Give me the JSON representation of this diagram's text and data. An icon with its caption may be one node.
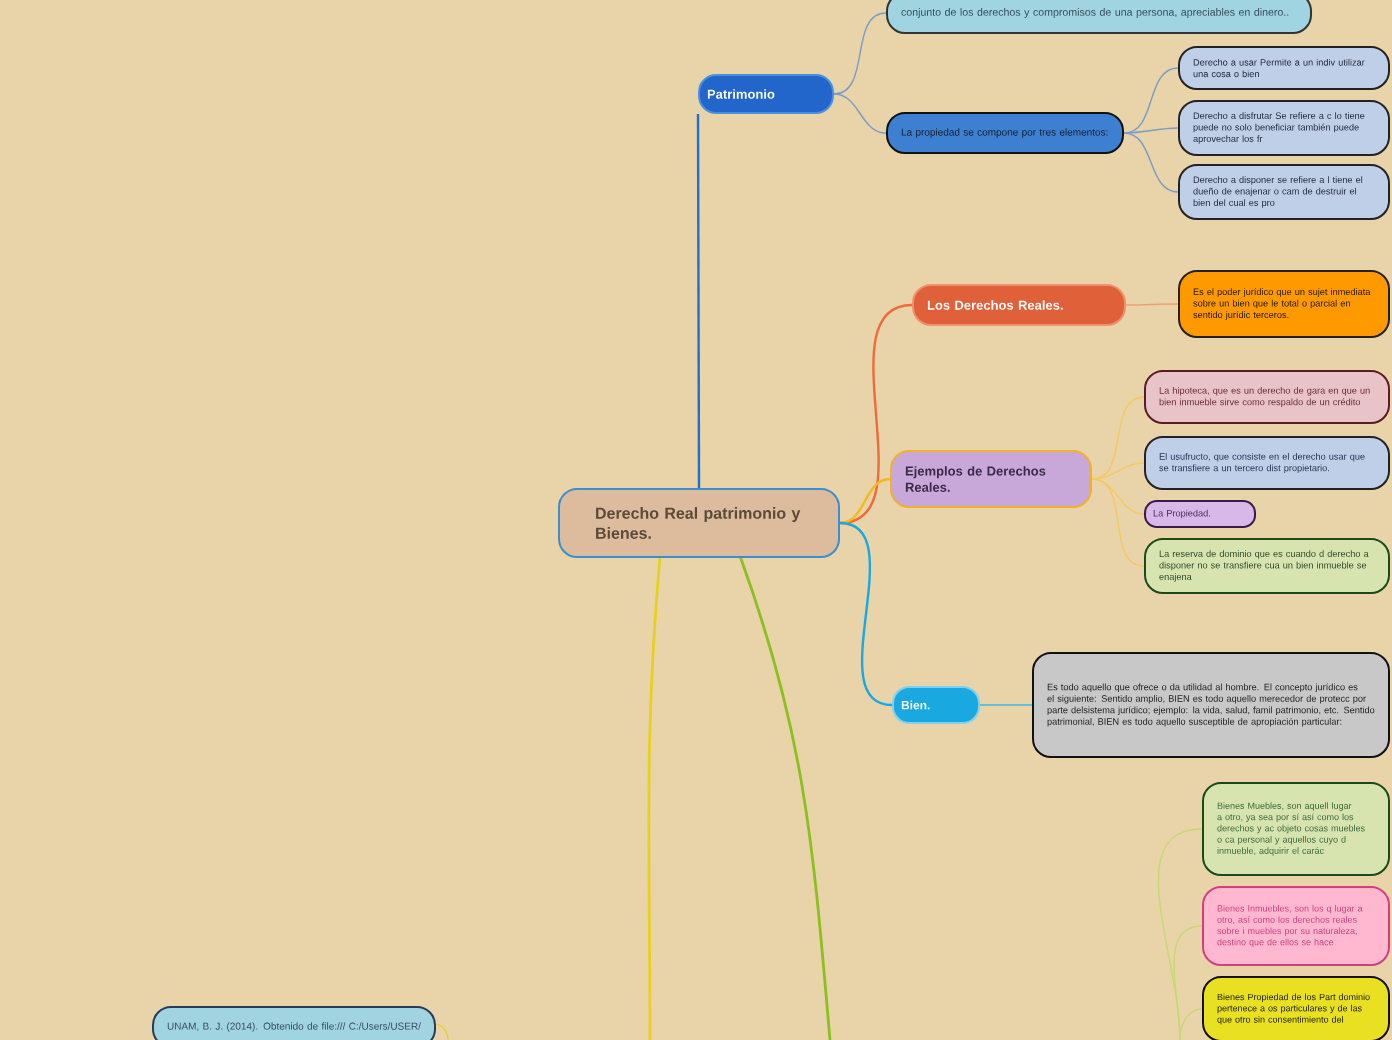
{
  "diagram": {
    "nodes": [
      {
        "text": [
          "Derecho Real patrimonio y Bienes."
        ]
      },
      {
        "text": [
          "Patrimonio"
        ]
      },
      {
        "text": [
          "conjunto de los derechos y compromisos de una persona, apreciables en dinero.."
        ]
      },
      {
        "text": [
          "La propiedad se compone por tres elementos:"
        ]
      },
      {
        "text": [
          "Derecho a usar Permite a un indiv utilizar una cosa o bien"
        ]
      },
      {
        "text": [
          "Derecho a disfrutar Se refiere a c lo tiene puede no solo beneficiar también puede aprovechar los fr"
        ]
      },
      {
        "text": [
          "Derecho a disponer se refiere a l tiene el dueño de enajenar o cam de destruir el bien del cual es pro"
        ]
      },
      {
        "text": [
          "Los Derechos Reales."
        ]
      },
      {
        "text": [
          "Es el poder jurídico que un sujet inmediata sobre un bien que le total o parcial en sentido jurídic terceros."
        ]
      },
      {
        "text": [
          "Ejemplos de Derechos Reales."
        ]
      },
      {
        "text": [
          "La hipoteca, que es un derecho de gara en que un bien inmueble sirve como respaldo de un crédito"
        ]
      },
      {
        "text": [
          "El usufructo, que consiste en el derecho usar que se transfiere a un tercero dist propietario."
        ]
      },
      {
        "text": [
          "La Propiedad."
        ]
      },
      {
        "text": [
          "La reserva de dominio que es cuando d derecho a disponer no se transfiere cua un bien inmueble se enajena"
        ]
      },
      {
        "text": [
          "Bien."
        ]
      },
      {
        "text": [
          "Es todo aquello que ofrece o da utilidad al hombre. El concepto jurídico es el siguiente: Sentido amplio, BIEN es todo aquello merecedor de protecc por parte delsistema jurídico; ejemplo: la vida, salud, famil patrimonio, etc. Sentido patrimonial, BIEN es todo aquello susceptible de apropiación particular:"
        ]
      },
      {
        "text": [
          "Bienes Muebles, son aquell lugar a otro, ya sea por sí así como los derechos y ac objeto cosas muebles o ca personal y aquellos cuyo d inmueble, adquirir el carác"
        ]
      },
      {
        "text": [
          "Bienes Inmuebles, son los q lugar a otro, así como los derechos reales sobre i muebles por su naturaleza, destino que de ellos se hace"
        ]
      },
      {
        "text": [
          "Bienes Propiedad de los Part dominio pertenece a os particulares y de las que otro sin consentimiento del"
        ]
      },
      {
        "text": [
          "UNAM, B. J. (2014). Obtenido de file:/// C:/Users/USER/"
        ]
      }
    ],
    "edges": [
      {
        "from": 0,
        "to": 1,
        "arrow": "none",
        "color": "#1f6fd0"
      },
      {
        "from": 1,
        "to": 2,
        "arrow": "none",
        "color": "#7a9cc8"
      },
      {
        "from": 1,
        "to": 3,
        "arrow": "none",
        "color": "#7a9cc8"
      },
      {
        "from": 3,
        "to": 4,
        "arrow": "none",
        "color": "#7a9cc8"
      },
      {
        "from": 3,
        "to": 5,
        "arrow": "none",
        "color": "#7a9cc8"
      },
      {
        "from": 3,
        "to": 6,
        "arrow": "none",
        "color": "#7a9cc8"
      },
      {
        "from": 0,
        "to": 7,
        "arrow": "none",
        "color": "#f06a3a"
      },
      {
        "from": 7,
        "to": 8,
        "arrow": "none",
        "color": "#f0a070"
      },
      {
        "from": 0,
        "to": 9,
        "arrow": "none",
        "color": "#f5b820"
      },
      {
        "from": 9,
        "to": 10,
        "arrow": "none",
        "color": "#f5c860"
      },
      {
        "from": 9,
        "to": 11,
        "arrow": "none",
        "color": "#f5c860"
      },
      {
        "from": 9,
        "to": 12,
        "arrow": "none",
        "color": "#f5c860"
      },
      {
        "from": 9,
        "to": 13,
        "arrow": "none",
        "color": "#f5c860"
      },
      {
        "from": 0,
        "to": 14,
        "arrow": "none",
        "color": "#1aa8e0"
      },
      {
        "from": 14,
        "to": 15,
        "arrow": "none",
        "color": "#40b8e8"
      },
      {
        "from": null,
        "to": 16,
        "arrow": "none",
        "color": "#c8d870"
      },
      {
        "from": null,
        "to": 17,
        "arrow": "none",
        "color": "#c8d870"
      },
      {
        "from": null,
        "to": 18,
        "arrow": "none",
        "color": "#c8d870"
      }
    ]
  }
}
